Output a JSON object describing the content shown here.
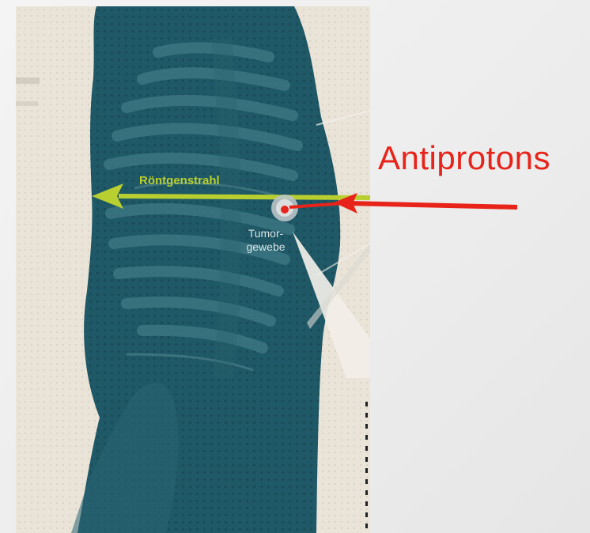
{
  "diagram": {
    "xray_label": "Röntgenstrahl",
    "tumor_label_line1": "Tumor-",
    "tumor_label_line2": "gewebe",
    "antiprotons_label": "Antiprotons"
  },
  "colors": {
    "body": "#1f5866",
    "ribs": "#2f6d79",
    "xray_arrow": "#b9cf2f",
    "antiproton_arrow": "#e8231a",
    "paper": "#e9e3d8"
  }
}
